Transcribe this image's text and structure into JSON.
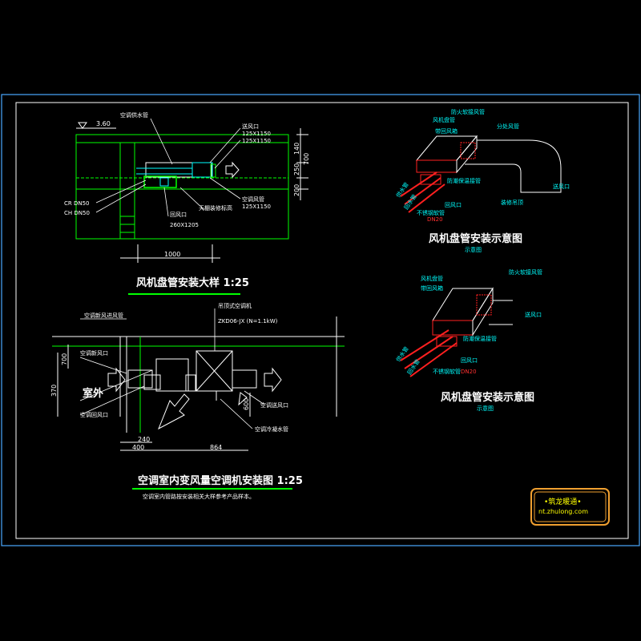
{
  "fcu_detail": {
    "title": "风机盘管安装大样 1:25",
    "elevation": "3.60",
    "lbl_supply_pipe": "空调供水管",
    "lbl_return_air_duct": "送风口",
    "lbl_return_air_size": "125X1150",
    "lbl_duct_size2": "125X1150",
    "lbl_supply_air": "空调风管",
    "lbl_supply_air_size": "125X1150",
    "lbl_return_vent": "回风口",
    "lbl_return_vent_size": "260X1205",
    "lbl_ceiling": "天棚装修标高",
    "lbl_cr": "CR DN50",
    "lbl_ch": "CH DN50",
    "dim_140": "140",
    "dim_700": "700",
    "dim_250": "250",
    "dim_200": "200",
    "dim_1000": "1000"
  },
  "ahu_detail": {
    "title": "空调室内变风量空调机安装图 1:25",
    "note": "空调室内管路按安装相关大样参考产品样本。",
    "lbl_outdoor": "室外",
    "lbl_outdoor_duct": "空调新风进风管",
    "lbl_fresh_air": "空调新风口",
    "lbl_return_air": "空调回风口",
    "lbl_unit": "吊顶式空调机",
    "lbl_unit_model": "ZKD06-JX (N=1.1kW)",
    "lbl_supply_vent": "空调送风口",
    "lbl_condensate": "空调冷凝水管",
    "dim_700": "700",
    "dim_370": "370",
    "dim_240": "240",
    "dim_400": "400",
    "dim_864": "864",
    "dim_600": "600"
  },
  "iso1": {
    "title": "风机盘管安装示意图",
    "sub": "示意图",
    "lbl_flex": "防火软接风管",
    "lbl_fcu": "风机盘管",
    "lbl_return_box": "带回风箱",
    "lbl_outlet": "分处风管",
    "lbl_insul": "防潮保温接管",
    "lbl_return_vent": "回风口",
    "lbl_supply_vent": "送风口",
    "lbl_supply_pipe": "供水管",
    "lbl_return_pipe": "回水管",
    "lbl_drain": "不锈钢软管",
    "lbl_dn20": "DN20",
    "lbl_ceiling": "装修吊顶"
  },
  "iso2": {
    "title": "风机盘管安装示意图",
    "sub": "示意图",
    "lbl_fcu": "风机盘管",
    "lbl_return_box": "带回风箱",
    "lbl_flex": "防火软接风管",
    "lbl_supply_vent": "送风口",
    "lbl_insul": "防潮保温接管",
    "lbl_return_vent": "回风口",
    "lbl_supply_pipe": "供水管",
    "lbl_return_pipe": "回水管",
    "lbl_drain": "不锈钢软管",
    "lbl_dn20": "DN20"
  },
  "watermark": {
    "line1": "•筑龙暖通•",
    "line2": "nt.zhulong.com"
  },
  "colors": {
    "frame": "#4aa8ff",
    "line": "#ffffff",
    "green": "#00ff00",
    "cyan": "#00ffff",
    "red": "#ff2020",
    "yellow": "#ffff00",
    "orange": "#f0a030"
  }
}
